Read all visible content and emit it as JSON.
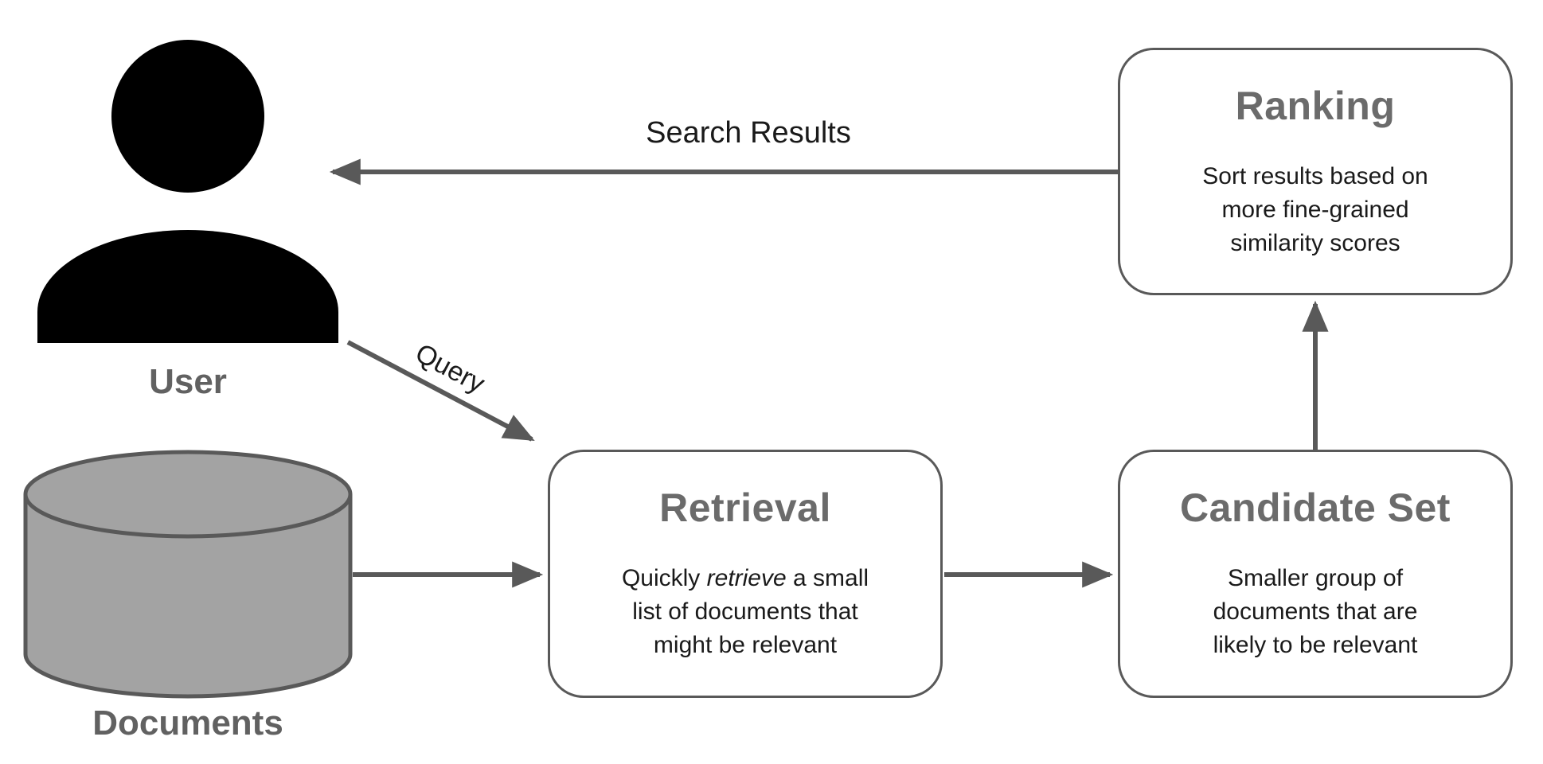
{
  "diagram": {
    "user": {
      "label": "User"
    },
    "documents": {
      "label": "Documents"
    },
    "arrows": {
      "search_results_label": "Search Results",
      "query_label": "Query"
    },
    "boxes": {
      "ranking": {
        "title": "Ranking",
        "lines": [
          "Sort results based on",
          "more fine-grained",
          "similarity scores"
        ]
      },
      "retrieval": {
        "title": "Retrieval",
        "line1_pre": "Quickly ",
        "line1_italic": "retrieve",
        "line1_post": " a small",
        "line2": "list of documents that",
        "line3": "might be relevant"
      },
      "candidate_set": {
        "title": "Candidate Set",
        "lines": [
          "Smaller group of",
          "documents that are",
          "likely to be relevant"
        ]
      }
    },
    "colors": {
      "stroke_gray": "#595959",
      "title_gray": "#6b6b6b",
      "body_text": "#1a1a1a",
      "label_gray": "#616161",
      "cylinder_fill": "#a3a3a3",
      "icon_black": "#000000",
      "background": "#ffffff"
    }
  }
}
